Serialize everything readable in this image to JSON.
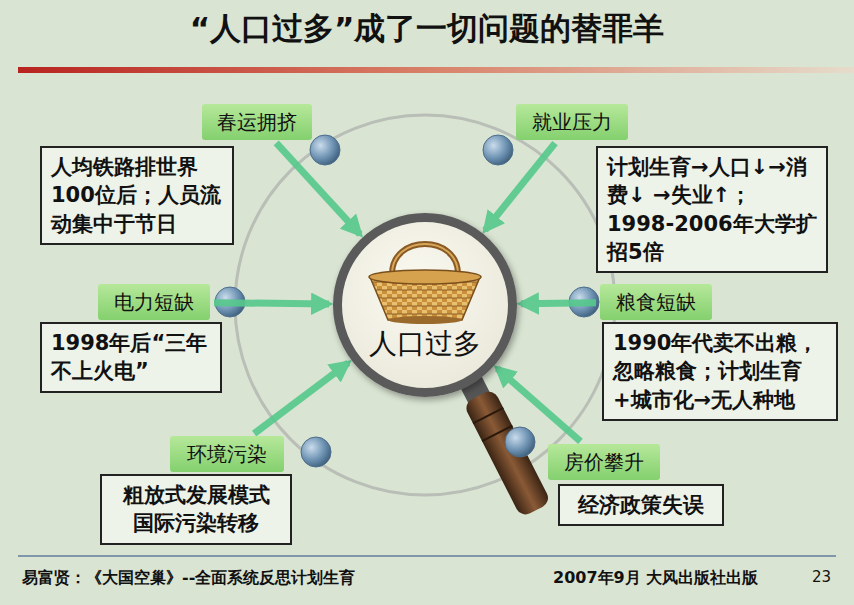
{
  "diagram": {
    "title": "“人口过多”成了一切问题的替罪羊",
    "nodes": [
      {
        "text": [
          "春运拥挤"
        ]
      },
      {
        "text": [
          "就业压力"
        ]
      },
      {
        "text": [
          "人均铁路排世界100位后；人员流动集中于节日"
        ]
      },
      {
        "text": [
          "计划生育→人口↓→消费↓ →失业↑；1998-2006年大学扩招5倍"
        ]
      },
      {
        "text": [
          "电力短缺"
        ]
      },
      {
        "text": [
          "粮食短缺"
        ]
      },
      {
        "text": [
          "人口过多"
        ]
      },
      {
        "text": [
          "1998年后“三年不上火电”"
        ]
      },
      {
        "text": [
          "1990年代卖不出粮，忽略粮食；计划生育+城市化→无人种地"
        ]
      },
      {
        "text": [
          "环境污染"
        ]
      },
      {
        "text": [
          "房价攀升"
        ]
      },
      {
        "text": [
          "粗放式发展模式 国际污染转移"
        ]
      },
      {
        "text": [
          "经济政策失误"
        ]
      }
    ],
    "edges": [
      {
        "from": 0,
        "to": 6,
        "arrow": "to"
      },
      {
        "from": 1,
        "to": 6,
        "arrow": "to"
      },
      {
        "from": 4,
        "to": 6,
        "arrow": "to"
      },
      {
        "from": 5,
        "to": 6,
        "arrow": "to"
      },
      {
        "from": 9,
        "to": 6,
        "arrow": "to"
      },
      {
        "from": 10,
        "to": 6,
        "arrow": "to"
      }
    ],
    "labels": [
      "易富贤：《大国空巢》--全面系统反思计划生育",
      "2007年9月  大风出版社出版",
      "23"
    ]
  }
}
